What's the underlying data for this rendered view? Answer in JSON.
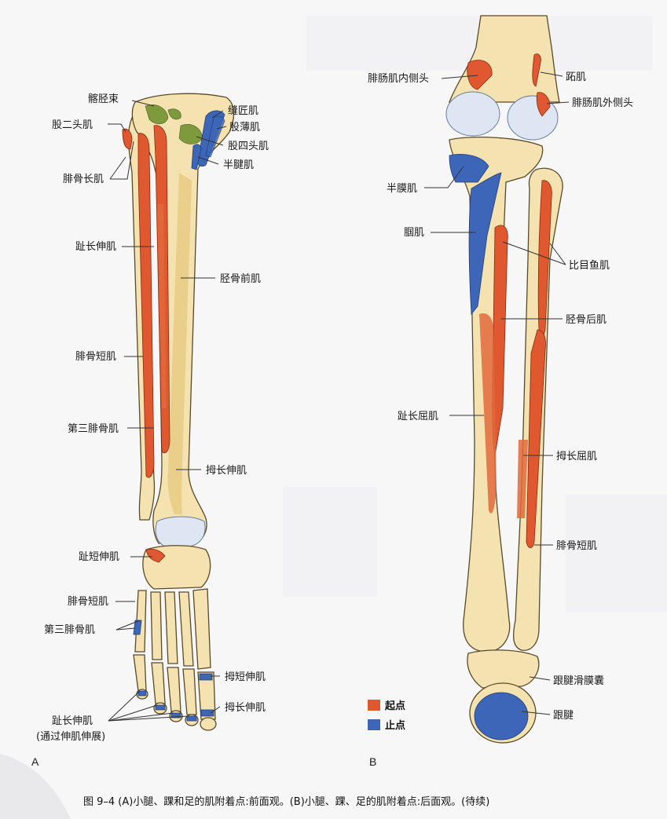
{
  "panel_a": {
    "letter": "A",
    "labels": [
      "髂胫束",
      "股二头肌",
      "腓骨长肌",
      "趾长伸肌",
      "腓骨短肌",
      "第三腓骨肌",
      "趾短伸肌",
      "腓骨短肌",
      "第三腓骨肌",
      "趾长伸肌",
      "(通过伸肌伸展)",
      "缝匠肌",
      "股薄肌",
      "股四头肌",
      "半腱肌",
      "胫骨前肌",
      "拇长伸肌",
      "拇短伸肌",
      "拇长伸肌"
    ]
  },
  "panel_b": {
    "letter": "B",
    "labels": [
      "腓肠肌内侧头",
      "跖肌",
      "腓肠肌外侧头",
      "半膜肌",
      "腘肌",
      "比目鱼肌",
      "胫骨后肌",
      "趾长屈肌",
      "拇长屈肌",
      "腓骨短肌",
      "跟腱滑膜囊",
      "跟腱"
    ]
  },
  "legend": {
    "origin": "起点",
    "insertion": "止点",
    "origin_color": "#e0582f",
    "insertion_color": "#3d66b8"
  },
  "caption": "图 9–4  (A)小腿、踝和足的肌附着点:前面观。(B)小腿、踝、足的肌附着点:后面观。(待续)"
}
